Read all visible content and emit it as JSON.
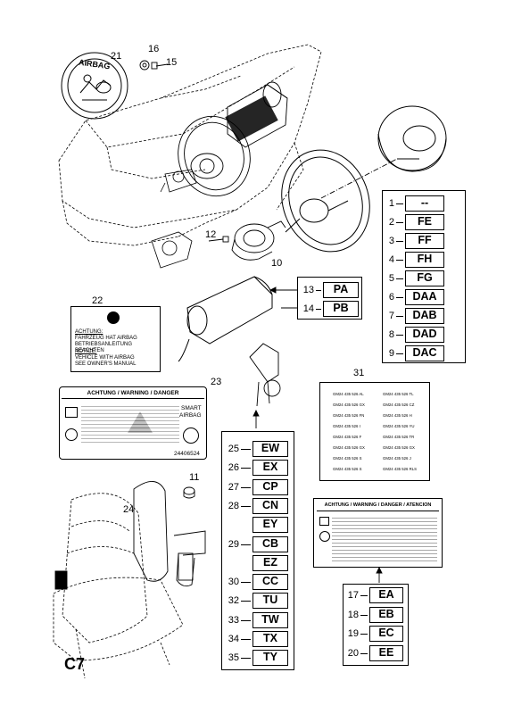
{
  "page_code": "C7",
  "callouts": {
    "c10": "10",
    "c11": "11",
    "c12": "12",
    "c13": "13",
    "c14": "14",
    "c15": "15",
    "c16": "16",
    "c21": "21",
    "c22": "22",
    "c23": "23",
    "c24": "24",
    "c31": "31"
  },
  "airbag_badge": "AIRBAG",
  "variant_list_right": [
    {
      "num": "1",
      "code": "--"
    },
    {
      "num": "2",
      "code": "FE"
    },
    {
      "num": "3",
      "code": "FF"
    },
    {
      "num": "4",
      "code": "FH"
    },
    {
      "num": "5",
      "code": "FG"
    },
    {
      "num": "6",
      "code": "DAA"
    },
    {
      "num": "7",
      "code": "DAB"
    },
    {
      "num": "8",
      "code": "DAD"
    },
    {
      "num": "9",
      "code": "DAC"
    }
  ],
  "variant_list_module": [
    {
      "num": "13",
      "code": "PA"
    },
    {
      "num": "14",
      "code": "PB"
    }
  ],
  "variant_list_side": [
    {
      "num": "25",
      "code": "EW"
    },
    {
      "num": "26",
      "code": "EX"
    },
    {
      "num": "27",
      "code": "CP"
    },
    {
      "num": "28",
      "code": "CN"
    },
    {
      "num": "",
      "code": "EY"
    },
    {
      "num": "29",
      "code": "CB"
    },
    {
      "num": "",
      "code": "EZ"
    },
    {
      "num": "30",
      "code": "CC"
    },
    {
      "num": "32",
      "code": "TU"
    },
    {
      "num": "33",
      "code": "TW"
    },
    {
      "num": "34",
      "code": "TX"
    },
    {
      "num": "35",
      "code": "TY"
    }
  ],
  "variant_list_label": [
    {
      "num": "17",
      "code": "EA"
    },
    {
      "num": "18",
      "code": "EB"
    },
    {
      "num": "19",
      "code": "EC"
    },
    {
      "num": "20",
      "code": "EE"
    }
  ],
  "label_22": {
    "line1": "ACHTUNG:",
    "line2": "FAHRZEUG HAT AIRBAG",
    "line3": "BETRIEBSANLEITUNG BEACHTEN",
    "line4": "NOTICE:",
    "line5": "VEHICLE WITH AIRBAG",
    "line6": "SEE OWNER'S MANUAL"
  },
  "label_23": {
    "header": "ACHTUNG / WARNING / DANGER",
    "smart": "SMART",
    "airbag": "AIRBAG",
    "part_no": "24406524"
  },
  "label_31_left": [
    "GM24 435 526 AL",
    "GM24 435 526 GX",
    "GM24 435 526 FN",
    "GM24 435 526 I",
    "GM24 435 526 F",
    "GM24 435 526 GX",
    "GM24 435 526 S",
    "GM24 435 526 S"
  ],
  "label_31_right": [
    "GM24 435 526 TL",
    "GM24 435 526 CZ",
    "GM24 435 526 H",
    "GM24 435 526 YU",
    "GM24 435 526 TR",
    "GM24 435 526 GX",
    "GM24 435 526 J",
    "GM24 435 526 RLS"
  ],
  "label_atencion": {
    "header": "ACHTUNG / WARNING / DANGER / ATENCION"
  }
}
